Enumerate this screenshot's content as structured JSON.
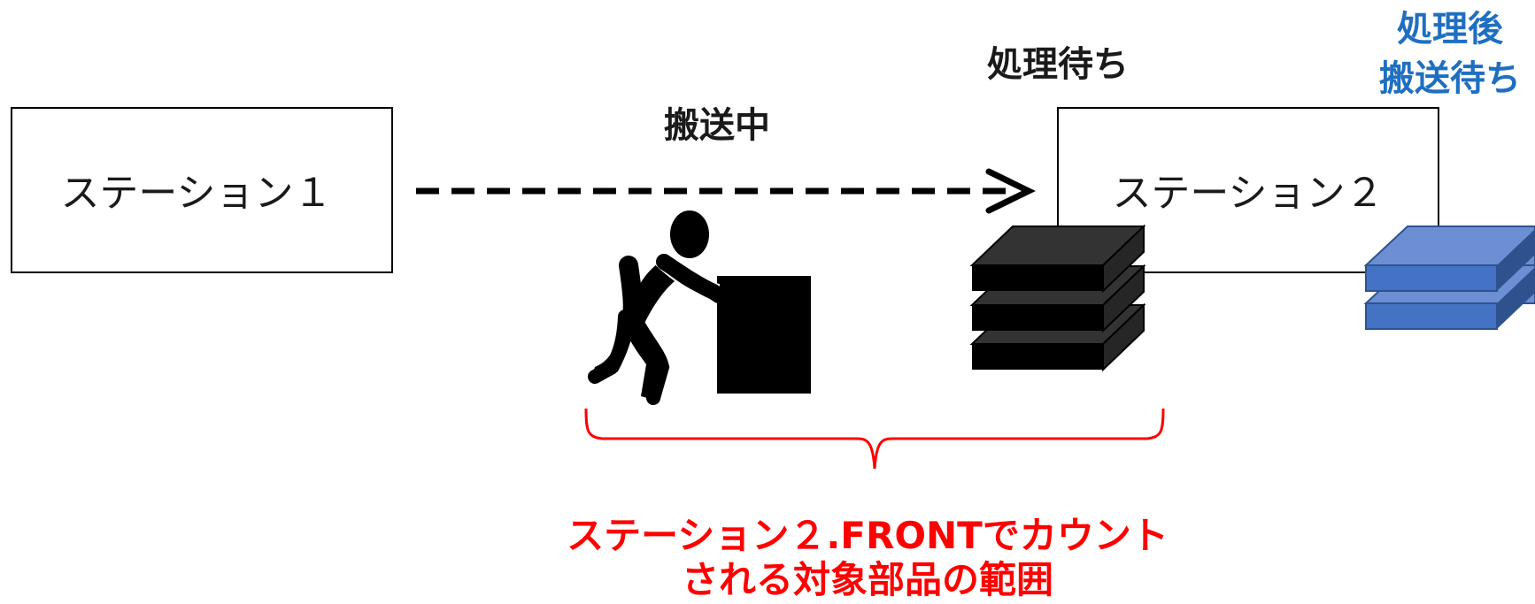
{
  "station1": {
    "label": "ステーション１"
  },
  "station2": {
    "label": "ステーション２"
  },
  "labels": {
    "in_transit": "搬送中",
    "waiting_processing": "処理待ち",
    "waiting_transport_line1": "処理後",
    "waiting_transport_line2": "搬送待ち"
  },
  "caption": {
    "line1": "ステーション２.FRONTでカウント",
    "line2": "される対象部品の範囲"
  },
  "colors": {
    "text": "#1a1a1a",
    "accent_red": "#ff0000",
    "blue_label": "#1f6fc0",
    "blue_part_top": "#6b8fd2",
    "blue_part_front": "#4472c4",
    "blue_part_side": "#2f528f",
    "black_part_top": "#333333",
    "black_part_front": "#000000",
    "black_part_side": "#262626"
  },
  "icons": {
    "worker": "worker-pushing-box-icon",
    "arrow": "dashed-arrow-icon",
    "stack": "stacked-parts-icon"
  }
}
